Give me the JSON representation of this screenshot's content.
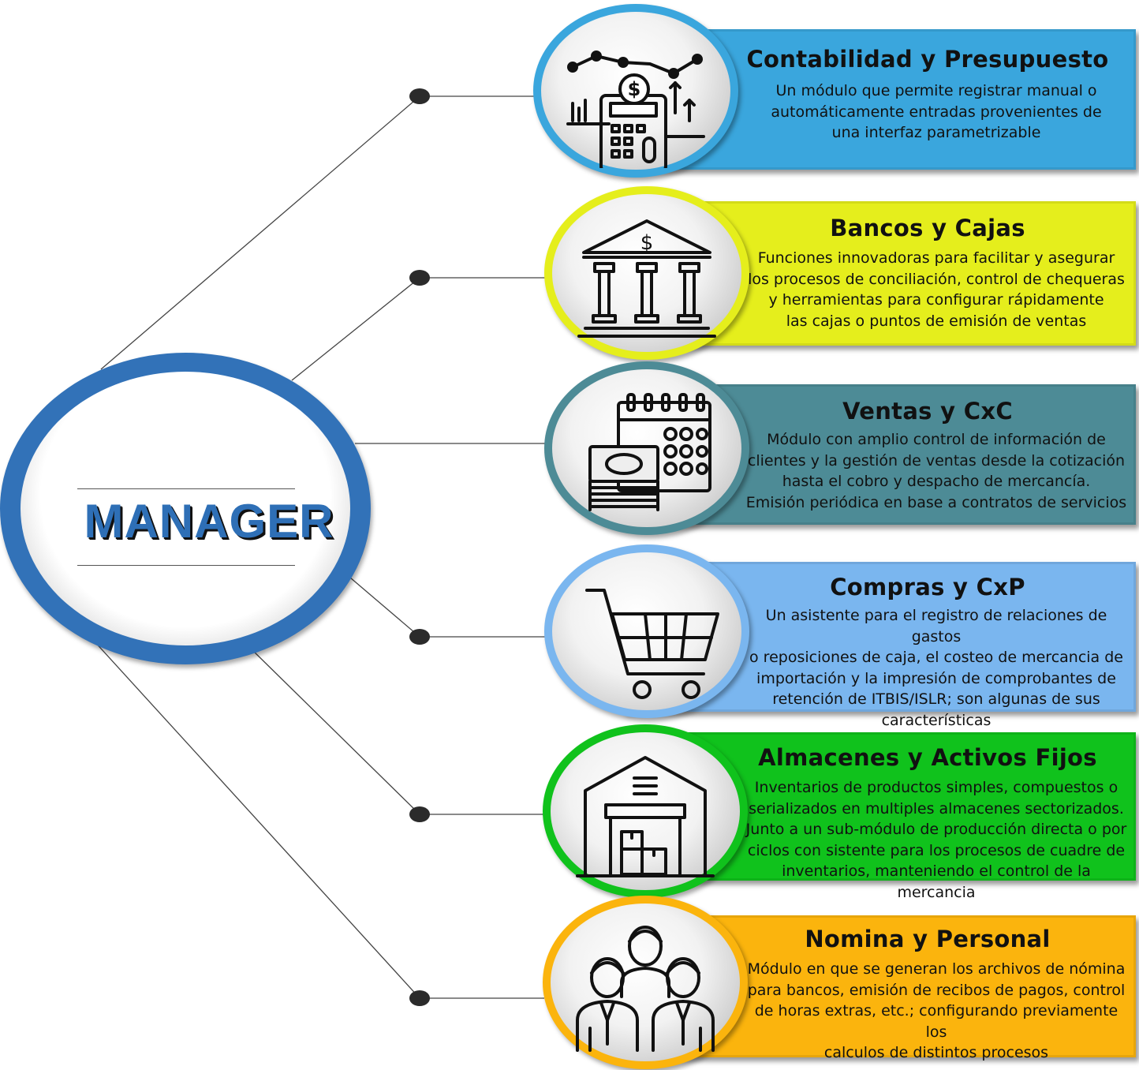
{
  "hub": {
    "title": "MANAGER",
    "color": "#3272b8"
  },
  "modules": [
    {
      "title": "Contabilidad y Presupuesto",
      "description": "Un módulo que permite registrar manual o\nautomáticamente entradas provenientes de\nuna interfaz parametrizable",
      "color": "#3aa6dd",
      "ring_color": "#3aa6dd",
      "icon": "calculator-chart-icon"
    },
    {
      "title": "Bancos y Cajas",
      "description": "Funciones innovadoras para facilitar y asegurar\nlos procesos de conciliación, control de chequeras\ny herramientas para configurar rápidamente\nlas cajas o puntos de emisión de ventas",
      "color": "#e5ee1c",
      "ring_color": "#e5ee1c",
      "icon": "bank-icon"
    },
    {
      "title": "Ventas y CxC",
      "description": "Módulo con amplio control de información de\nclientes y la gestión de ventas desde la cotización\nhasta el cobro y despacho de mercancía.\nEmisión periódica en base a contratos de servicios",
      "color": "#4d8b96",
      "ring_color": "#4d8b96",
      "icon": "calendar-money-icon"
    },
    {
      "title": "Compras y CxP",
      "description": "Un asistente para el registro de relaciones de gastos\no reposiciones de caja, el costeo de mercancia de\nimportación y la impresión de comprobantes de\nretención de ITBIS/ISLR; son algunas de sus\ncaracterísticas",
      "color": "#7ab6ef",
      "ring_color": "#7ab6ef",
      "icon": "shopping-cart-icon"
    },
    {
      "title": "Almacenes y Activos Fijos",
      "description": "Inventarios de productos simples, compuestos o\nserializados en multiples almacenes sectorizados.\nJunto a un sub-módulo de producción directa o por\nciclos con sistente para los procesos de cuadre de\ninventarios, manteniendo el control de la mercancia",
      "color": "#10c21c",
      "ring_color": "#10c21c",
      "icon": "warehouse-icon"
    },
    {
      "title": "Nomina y Personal",
      "description": "Módulo en que se generan los archivos de nómina\npara bancos, emisión de recibos de pagos, control\nde horas extras, etc.; configurando previamente los\ncalculos de distintos procesos",
      "color": "#fbb40d",
      "ring_color": "#fbb40d",
      "icon": "team-icon"
    }
  ]
}
